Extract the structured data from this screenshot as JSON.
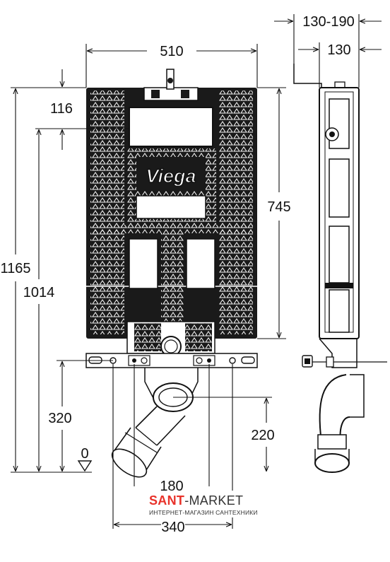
{
  "dimensions": {
    "width_total": "510",
    "depth_range": "130-190",
    "depth": "130",
    "offset_top": "116",
    "frame_height": "745",
    "height_total": "1165",
    "height_mid": "1014",
    "height_320": "320",
    "height_220": "220",
    "zero": "0",
    "width_180": "180",
    "width_340": "340"
  },
  "logo": "Viega",
  "watermark": {
    "brand_part1": "SANT",
    "brand_part2": "-MARKET",
    "tagline": "ИНТЕРНЕТ-МАГАЗИН САНТЕХНИКИ"
  }
}
